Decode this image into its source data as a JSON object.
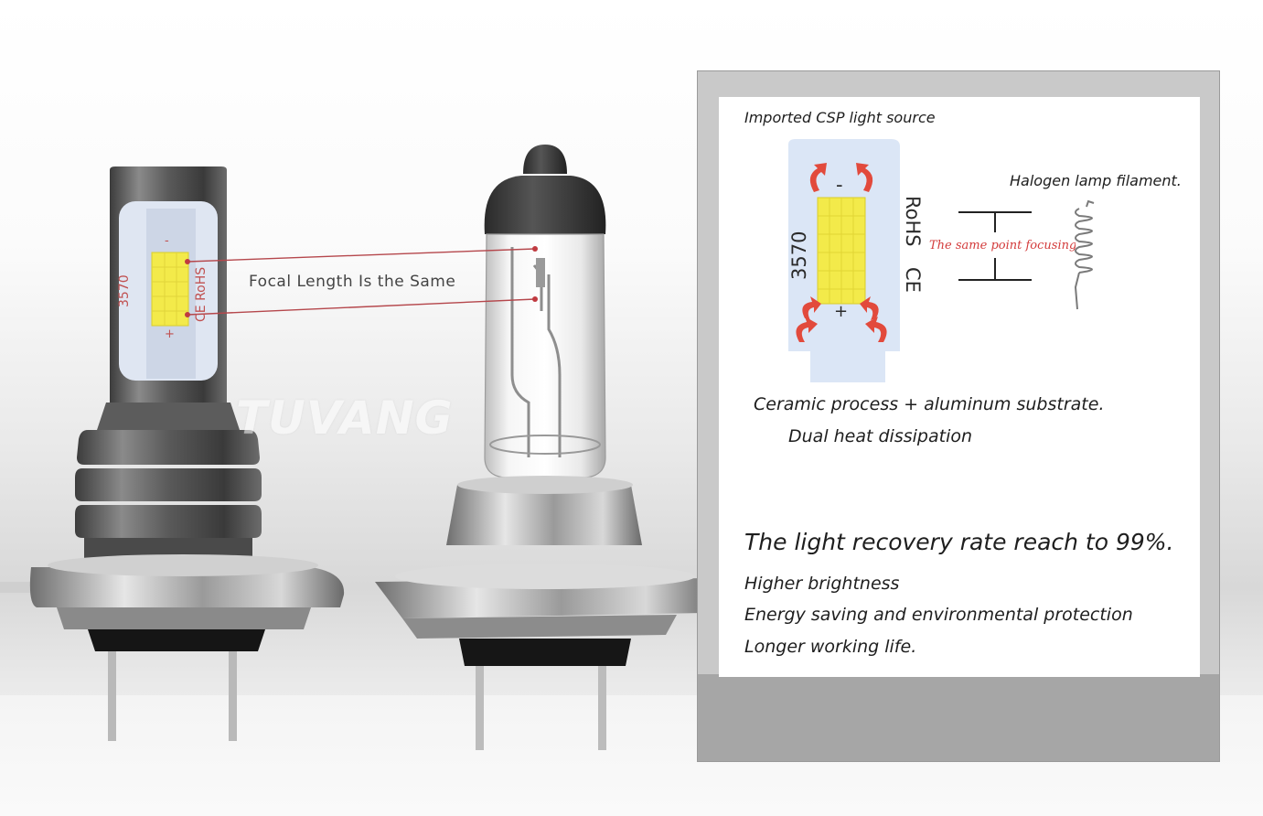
{
  "brand_watermark": "TUVANG",
  "focal_label": "Focal Length Is the Same",
  "small_chip": {
    "model": "3570",
    "marks": "CE RoHS",
    "minus": "-",
    "plus": "+"
  },
  "panel": {
    "csp_title": "Imported CSP light source",
    "halogen_title": "Halogen lamp filament.",
    "same_point": "The same point focusing",
    "chip": {
      "model": "3570",
      "marks_left": "CE",
      "marks_right": "RoHS",
      "minus": "-",
      "plus": "+"
    },
    "ceramic_line1": "Ceramic process + aluminum substrate.",
    "ceramic_line2": "Dual heat dissipation",
    "recovery": "The light recovery rate reach to 99%.",
    "features": [
      "Higher brightness",
      "Energy saving and environmental protection",
      "Longer working life."
    ]
  },
  "colors": {
    "accent_red": "#d33b3b",
    "chip_yellow": "#f3ea4a",
    "panel_bg": "#ffffff"
  }
}
